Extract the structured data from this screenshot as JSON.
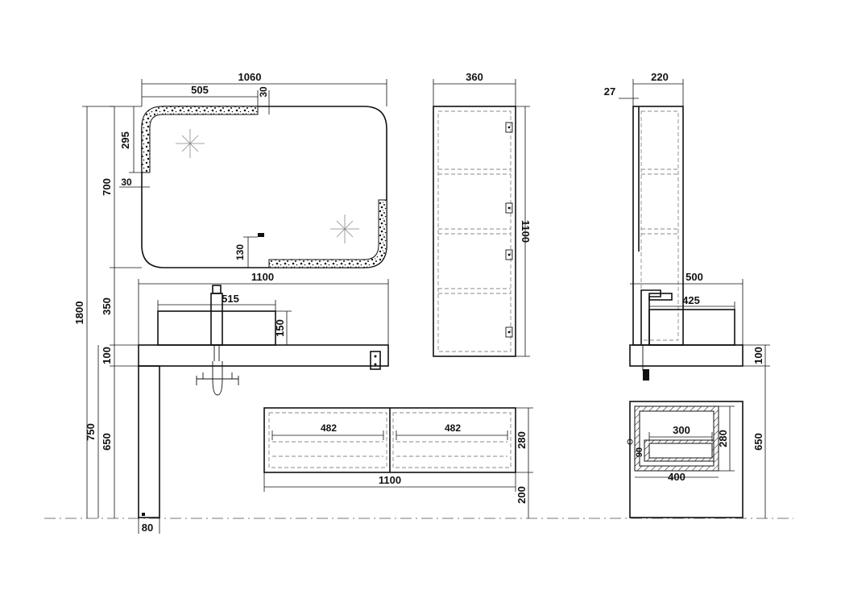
{
  "dimensions": {
    "mirror_width": "1060",
    "mirror_strip_width": "505",
    "mirror_strip_thickness_top": "30",
    "mirror_strip_height": "295",
    "mirror_strip_thickness_side": "30",
    "mirror_height": "700",
    "mirror_sensor_height": "130",
    "total_height": "1800",
    "gap_height": "350",
    "counter_width": "1100",
    "basin_width": "515",
    "basin_height": "150",
    "counter_thickness": "100",
    "leg_height": "750",
    "leg_inner_height": "650",
    "leg_width": "80",
    "tall_cabinet_width": "360",
    "tall_cabinet_height": "1100",
    "drawer_inner_left": "482",
    "drawer_inner_right": "482",
    "drawer_height": "280",
    "drawer_unit_width": "1100",
    "drawer_floor_clearance": "200",
    "side_cabinet_depth": "220",
    "side_mirror_thickness": "27",
    "side_counter_depth": "500",
    "side_basin_depth": "425",
    "side_counter_thickness": "100",
    "side_drawer_inner_depth": "300",
    "side_drawer_small": "90",
    "side_drawer_height": "280",
    "side_drawer_depth": "400",
    "side_unit_height": "650"
  },
  "colors": {
    "line": "#111111",
    "hidden_line": "#888888",
    "floor_line": "#777777"
  }
}
